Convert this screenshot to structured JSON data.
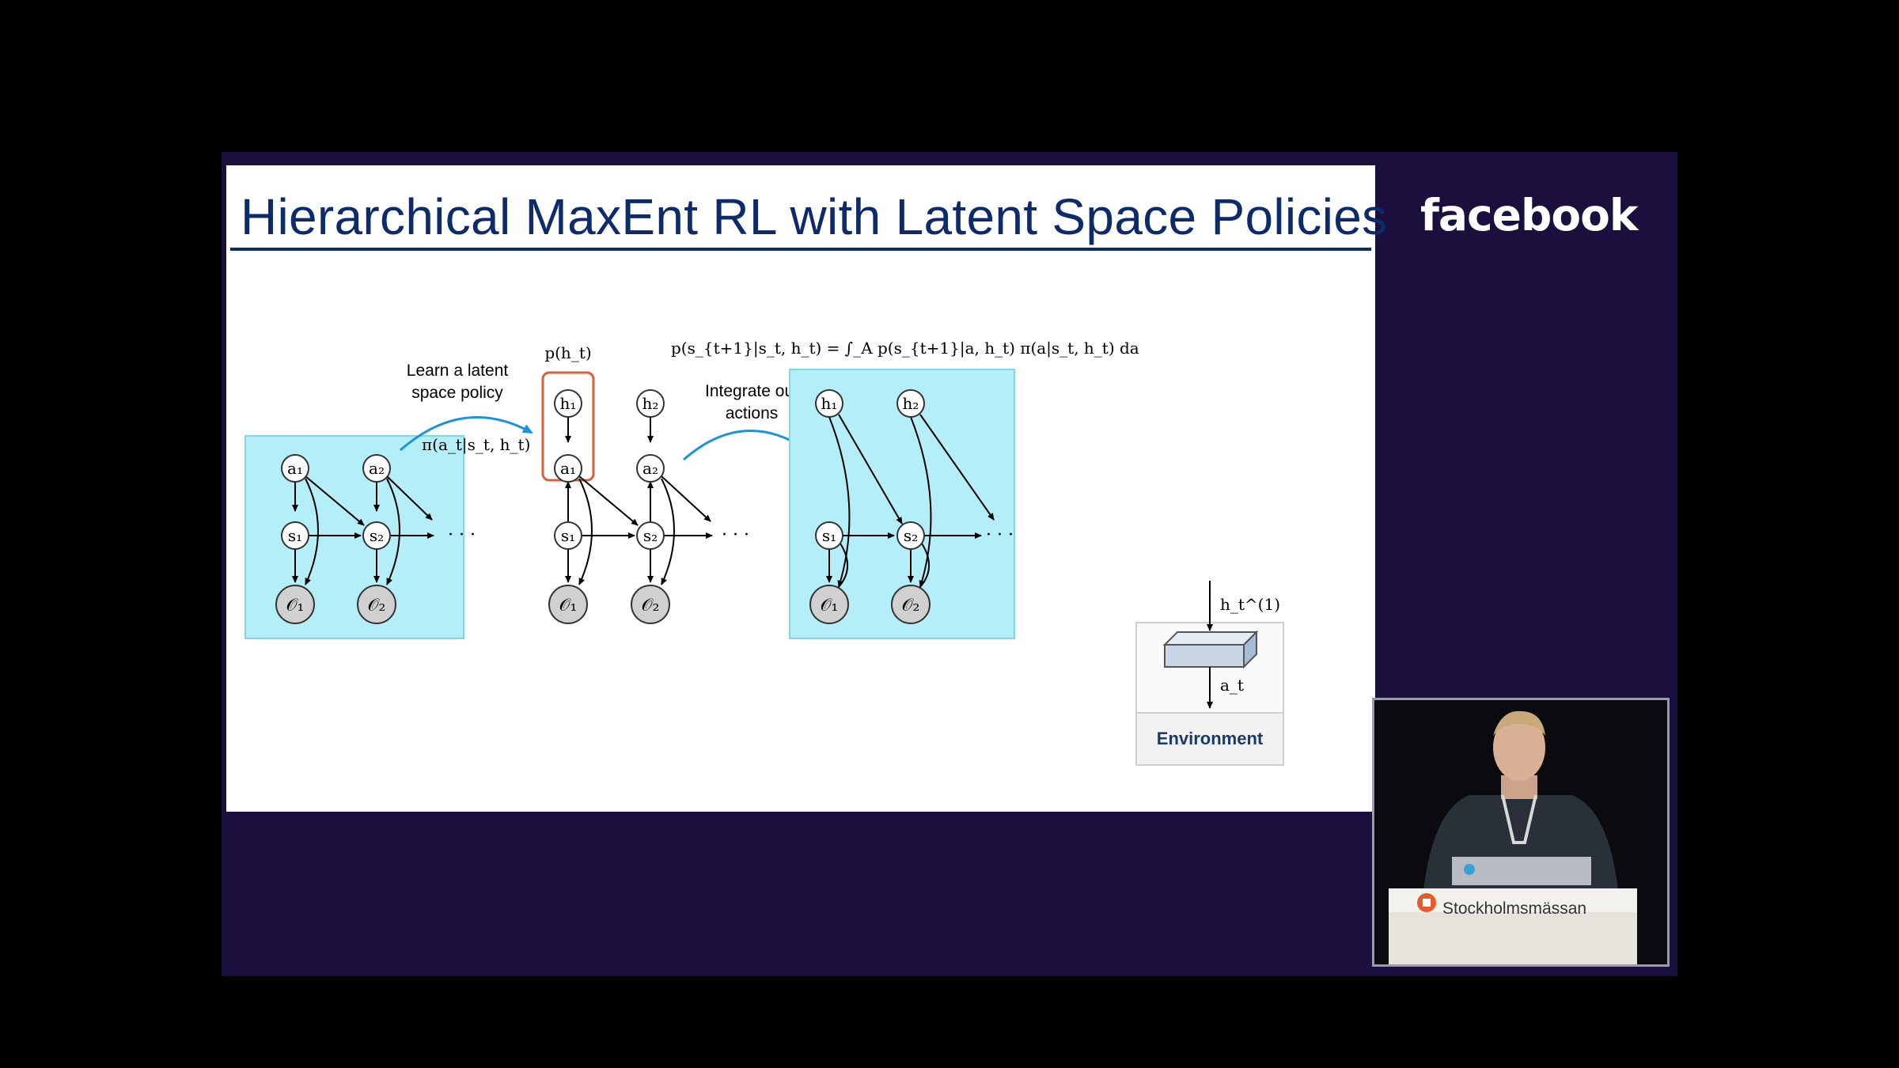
{
  "slide": {
    "title": "Hierarchical MaxEnt RL with Latent Space Policies",
    "annotations": {
      "learn_line1": "Learn a latent",
      "learn_line2": "space policy",
      "integrate_line1": "Integrate out",
      "integrate_line2": "actions",
      "policy_formula": "π(a_t|s_t, h_t)",
      "prior_formula": "p(h_t)",
      "transition_formula": "p(s_{t+1}|s_t, h_t) = ∫_A p(s_{t+1}|a, h_t) π(a|s_t, h_t) da"
    },
    "graph1": {
      "nodes": [
        "a₁",
        "a₂",
        "s₁",
        "s₂",
        "𝒪₁",
        "𝒪₂"
      ],
      "ellipsis": "· · ·"
    },
    "graph2": {
      "nodes": [
        "h₁",
        "h₂",
        "a₁",
        "a₂",
        "s₁",
        "s₂",
        "𝒪₁",
        "𝒪₂"
      ],
      "ellipsis": "· · ·"
    },
    "graph3": {
      "nodes": [
        "h₁",
        "h₂",
        "s₁",
        "s₂",
        "𝒪₁",
        "𝒪₂"
      ],
      "ellipsis": "· · ·"
    },
    "environment_box": {
      "input": "h_t^(1)",
      "output": "a_t",
      "label": "Environment"
    }
  },
  "brand": {
    "logo_text": "facebook"
  },
  "speaker_camera": {
    "podium_text": "Stockholmsmässan"
  },
  "colors": {
    "slide_bg": "#ffffff",
    "title": "#0d2a6b",
    "stage_bg": "#1a0f3d",
    "highlight_box": "#b3eef9",
    "policy_box_border": "#d9603b",
    "arrow_blue": "#1a93d8"
  }
}
